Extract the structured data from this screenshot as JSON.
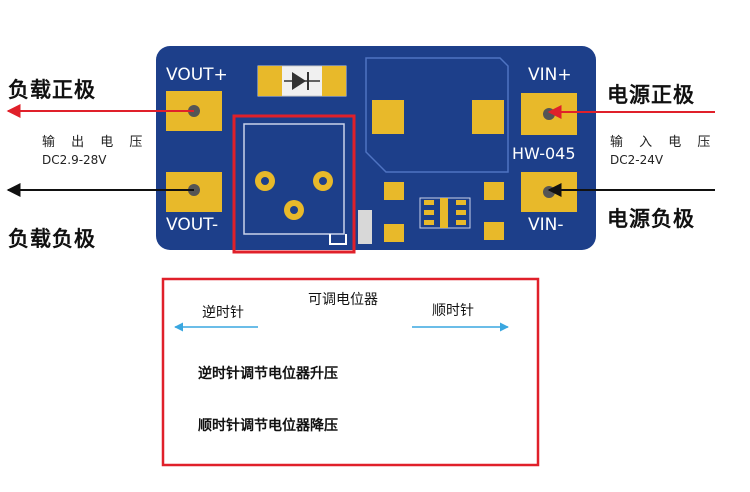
{
  "left": {
    "pos_label": "负载正极",
    "neg_label": "负载负极",
    "voltage_title": "输 出 电 压",
    "voltage_range": "DC2.9-28V"
  },
  "right": {
    "pos_label": "电源正极",
    "neg_label": "电源负极",
    "voltage_title": "输 入 电 压",
    "voltage_range": "DC2-24V"
  },
  "board": {
    "vout_plus": "VOUT+",
    "vout_minus": "VOUT-",
    "vin_plus": "VIN+",
    "vin_minus": "VIN-",
    "model": "HW-045"
  },
  "instructions": {
    "pot_label": "可调电位器",
    "ccw": "逆时针",
    "cw": "顺时针",
    "line1": "逆时针调节电位器升压",
    "line2": "顺时针调节电位器降压"
  },
  "colors": {
    "pcb": "#1d3f8a",
    "pad": "#e8b92a",
    "highlight": "#e0202a",
    "arrow_positive": "#e0202a",
    "arrow_negative": "#111111",
    "arrow_pot": "#3aa7e0"
  }
}
